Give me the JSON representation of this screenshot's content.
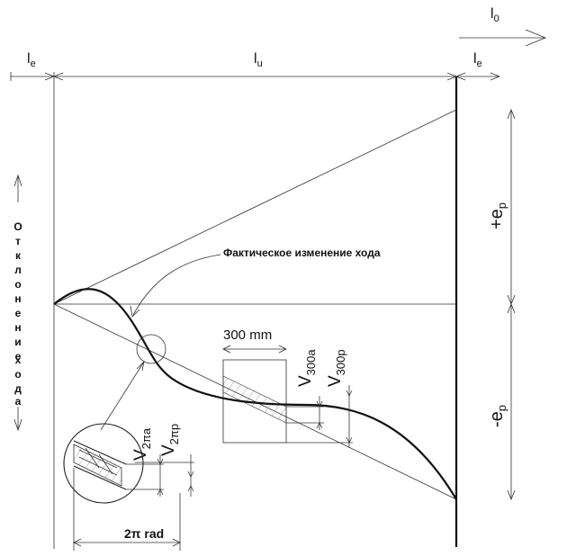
{
  "labels": {
    "l0": "l",
    "l0_sub": "0",
    "le_left": "l",
    "le_left_sub": "e",
    "lu": "l",
    "lu_sub": "u",
    "le_right": "l",
    "le_right_sub": "e",
    "plus_ep": "+e",
    "plus_ep_sub": "p",
    "minus_ep": "-e",
    "minus_ep_sub": "p",
    "actual_change": "Фактическое изменение хода",
    "mm300": "300 mm",
    "v300a": "V",
    "v300a_sub": "300a",
    "v300p": "V",
    "v300p_sub": "300p",
    "v2pia": "V",
    "v2pia_sub": "2πa",
    "v2pip": "V",
    "v2pip_sub": "2πp",
    "rad2pi": "2π rad",
    "side_text": [
      "О",
      "т",
      "к",
      "л",
      "о",
      "н",
      "е",
      "н",
      "и",
      "е",
      "",
      "х",
      "о",
      "д",
      "а"
    ]
  }
}
